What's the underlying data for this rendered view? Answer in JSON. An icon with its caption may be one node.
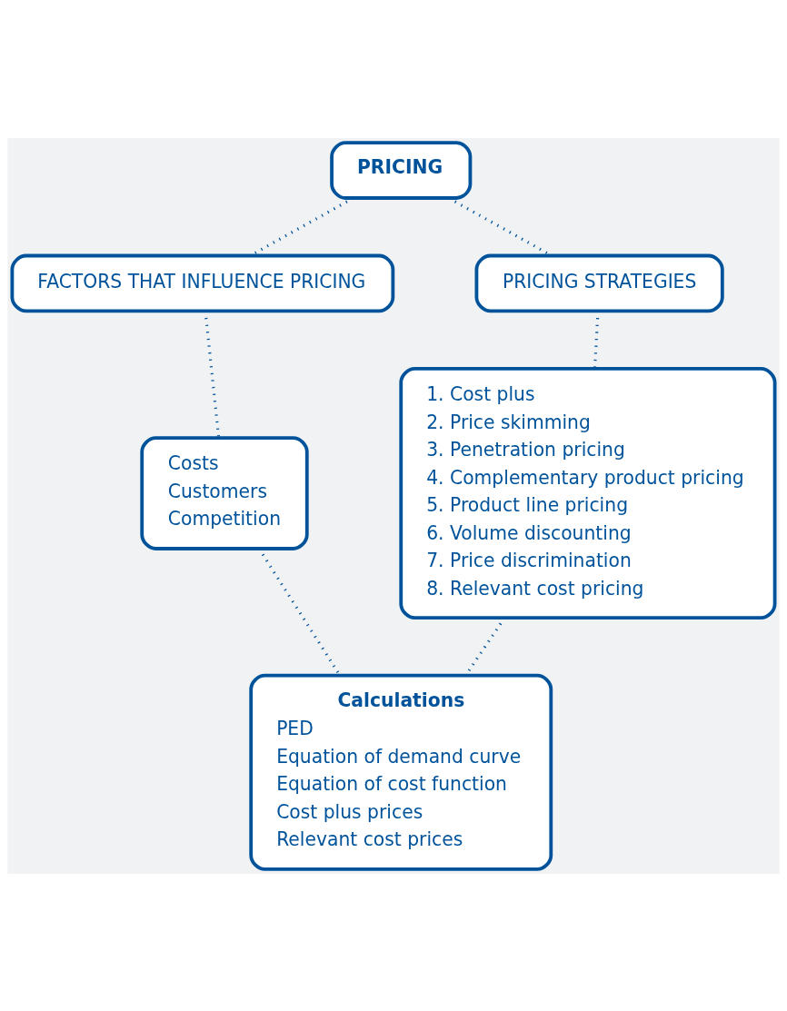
{
  "diagram": {
    "nodes": [
      {
        "text": [
          "PRICING"
        ]
      },
      {
        "text": [
          "FACTORS THAT INFLUENCE PRICING"
        ]
      },
      {
        "text": [
          "PRICING STRATEGIES"
        ]
      },
      {
        "text": [
          "Costs",
          "Customers",
          "Competition"
        ]
      },
      {
        "text": [
          "1. Cost plus",
          "2. Price skimming",
          "3. Penetration pricing",
          "4. Complementary product pricing",
          "5. Product line pricing",
          "6. Volume discounting",
          "7. Price discrimination",
          "8. Relevant cost pricing"
        ]
      },
      {
        "text": [
          "Calculations",
          "PED",
          "Equation of demand curve",
          "Equation of cost function",
          "Cost plus prices",
          "Relevant cost prices"
        ]
      }
    ],
    "edges": [
      {
        "from": 0,
        "to": 1,
        "arrow": "none",
        "style": "dashed"
      },
      {
        "from": 0,
        "to": 2,
        "arrow": "none",
        "style": "dashed"
      },
      {
        "from": 1,
        "to": 3,
        "arrow": "none",
        "style": "dashed"
      },
      {
        "from": 2,
        "to": 4,
        "arrow": "none",
        "style": "dashed"
      },
      {
        "from": 3,
        "to": 5,
        "arrow": "none",
        "style": "dashed"
      },
      {
        "from": 4,
        "to": 5,
        "arrow": "none",
        "style": "dashed"
      }
    ]
  }
}
